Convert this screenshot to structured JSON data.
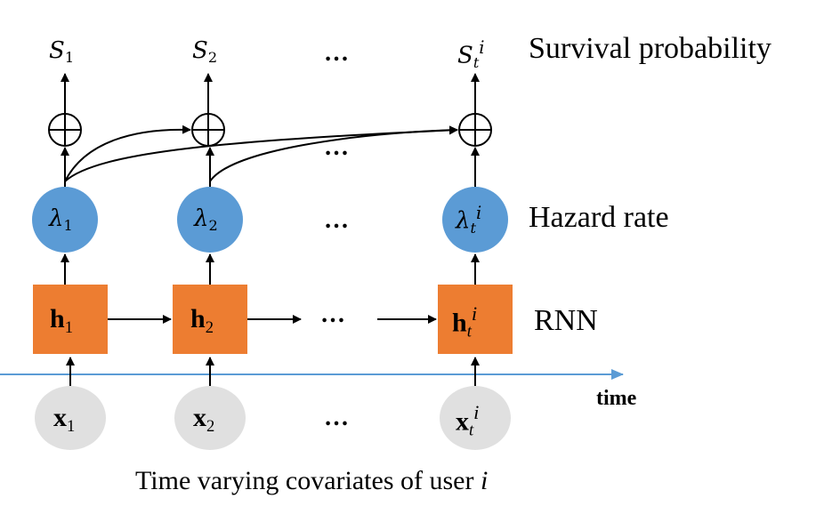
{
  "layers": {
    "survival": {
      "label": "Survival probability",
      "nodes": [
        "S",
        "S",
        "S"
      ],
      "subs": [
        "1",
        "2",
        "t"
      ],
      "sup_last": "i"
    },
    "hazard": {
      "label": "Hazard rate",
      "nodes": [
        "λ",
        "λ",
        "λ"
      ],
      "subs": [
        "1",
        "2",
        "t"
      ],
      "sup_last": "i"
    },
    "rnn": {
      "label": "RNN",
      "nodes": [
        "h",
        "h",
        "h"
      ],
      "subs": [
        "1",
        "2",
        "t"
      ],
      "sup_last": "i"
    },
    "input": {
      "nodes": [
        "x",
        "x",
        "x"
      ],
      "subs": [
        "1",
        "2",
        "t"
      ],
      "sup_last": "i"
    }
  },
  "ellipsis": "…",
  "time_axis": {
    "label": "time",
    "color": "#5B9BD5"
  },
  "caption": {
    "text": "Time varying covariates of user ",
    "var": "i"
  },
  "colors": {
    "hazard_node": "#5B9BD5",
    "rnn_node": "#ED7D31",
    "input_node": "#E0E0E0"
  },
  "icons": {
    "sum_node": "circled-plus-icon"
  }
}
